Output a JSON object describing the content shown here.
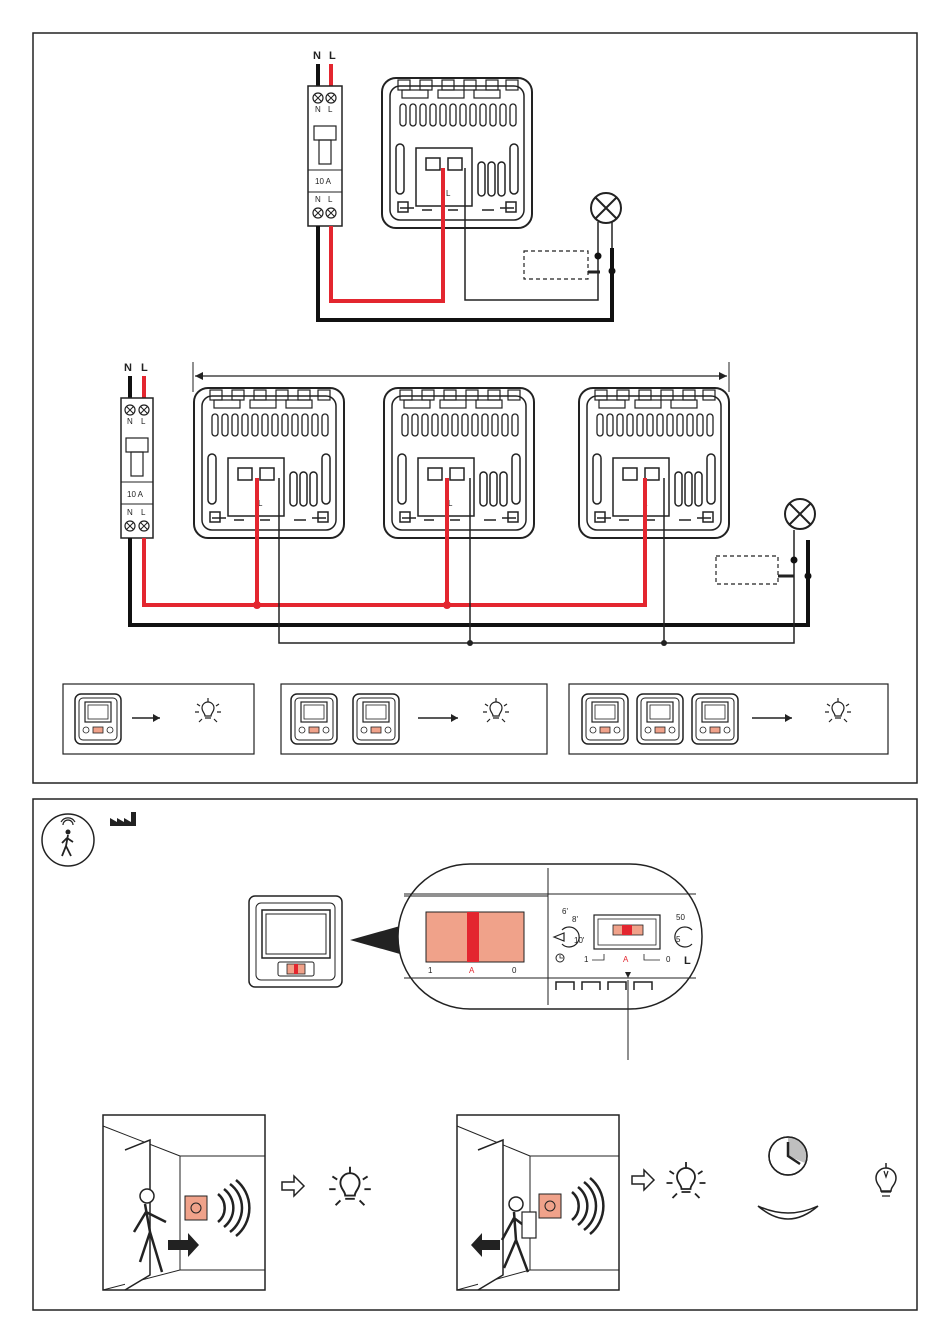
{
  "wiring": {
    "single": {
      "breaker": {
        "n": "N",
        "l": "L",
        "rating": "10 A",
        "top_n": "N",
        "top_l": "L",
        "bot_n": "N",
        "bot_l": "L"
      },
      "terminal_l": "L"
    },
    "multi": {
      "breaker": {
        "n": "N",
        "l": "L",
        "rating": "10 A",
        "top_n": "N",
        "top_l": "L",
        "bot_n": "N",
        "bot_l": "L"
      },
      "terminal_l": "L",
      "module_count": 3
    }
  },
  "config_examples": [
    {
      "modules": 1
    },
    {
      "modules": 2
    },
    {
      "modules": 3
    }
  ],
  "settings": {
    "switch": {
      "left": "1",
      "center": "A",
      "right": "0"
    },
    "zoom_switch": {
      "left": "1",
      "center": "A",
      "right": "0"
    },
    "time_dial": {
      "v1": "6'",
      "v2": "8'",
      "v3": "10'"
    },
    "lux_dial": {
      "v1": "50",
      "v2": "5"
    },
    "lux_symbol": "L"
  },
  "colors": {
    "live": "#e3262f",
    "neutral": "#111111",
    "switch_body": "#f0a28a"
  }
}
